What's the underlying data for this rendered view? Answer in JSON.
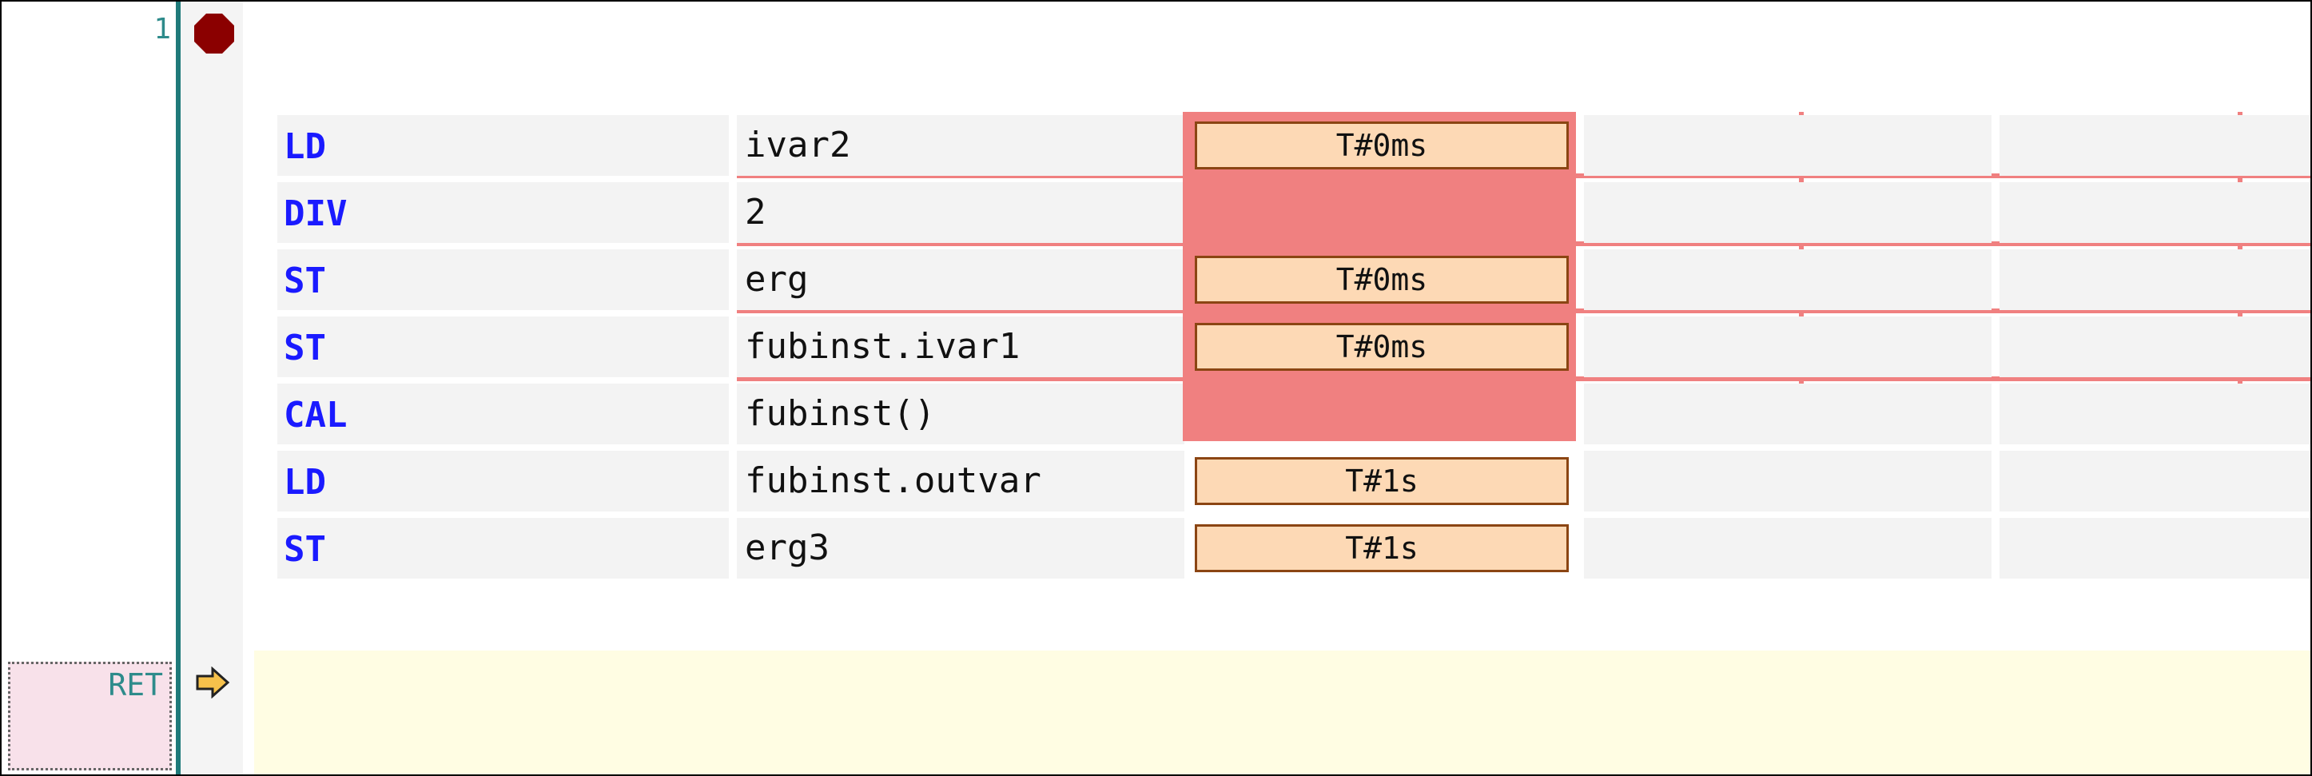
{
  "editor": {
    "line_number": "1",
    "ret_label": "RET",
    "rows": [
      {
        "op": "LD",
        "arg": "ivar2",
        "monitor": "T#0ms"
      },
      {
        "op": "DIV",
        "arg": "2",
        "monitor": ""
      },
      {
        "op": "ST",
        "arg": "erg",
        "monitor": "T#0ms"
      },
      {
        "op": "ST",
        "arg": "fubinst.ivar1",
        "monitor": "T#0ms"
      },
      {
        "op": "CAL",
        "arg": "fubinst()",
        "monitor": ""
      },
      {
        "op": "LD",
        "arg": "fubinst.outvar",
        "monitor": "T#1s"
      },
      {
        "op": "ST",
        "arg": "erg3",
        "monitor": "T#1s"
      }
    ]
  },
  "icons": {
    "breakpoint": "breakpoint-stop-icon",
    "current_step": "arrow-right-icon"
  },
  "colors": {
    "operator": "#1a1aff",
    "breakpoint": "#8b0000",
    "execution_path": "#f08080",
    "monitor_fill": "#fdd9b5",
    "ret_area": "#fffde3"
  }
}
